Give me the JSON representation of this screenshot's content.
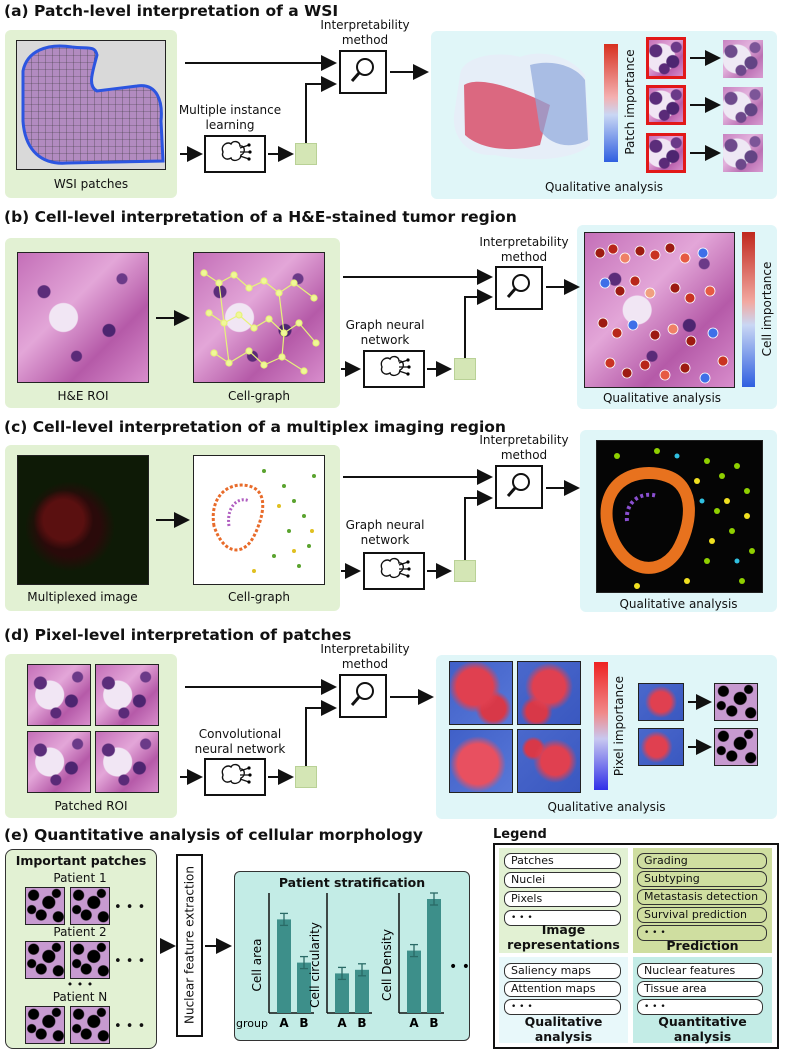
{
  "sections": {
    "a": {
      "title": "(a) Patch-level interpretation of a WSI",
      "input": "WSI patches",
      "model": "Multiple instance\nlearning",
      "method": "Interpretability\nmethod",
      "result": "Qualitative analysis",
      "colorbar": "Patch importance"
    },
    "b": {
      "title": "(b) Cell-level interpretation of a H&E-stained tumor region",
      "input": "H&E ROI",
      "graph": "Cell-graph",
      "model": "Graph neural\nnetwork",
      "method": "Interpretability\nmethod",
      "result": "Qualitative analysis",
      "colorbar": "Cell importance"
    },
    "c": {
      "title": "(c) Cell-level interpretation of a multiplex imaging region",
      "input": "Multiplexed image",
      "graph": "Cell-graph",
      "model": "Graph neural\nnetwork",
      "method": "Interpretability\nmethod",
      "result": "Qualitative analysis"
    },
    "d": {
      "title": "(d) Pixel-level interpretation of patches",
      "input": "Patched ROI",
      "model": "Convolutional\nneural network",
      "method": "Interpretability\nmethod",
      "result": "Qualitative analysis",
      "colorbar": "Pixel importance"
    },
    "e": {
      "title": "(e) Quantitative analysis of cellular morphology",
      "important_patches": "Important patches",
      "patients": [
        "Patient 1",
        "Patient 2",
        "Patient N"
      ],
      "ellipsis": "• • •",
      "extraction": "Nuclear feature extraction",
      "stratification": "Patient stratification",
      "group_label": "group"
    }
  },
  "legend": {
    "title": "Legend",
    "image_items": [
      "Patches",
      "Nuclei",
      "Pixels",
      "• • •"
    ],
    "image_caption": "Image\nrepresentations",
    "prediction_items": [
      "Grading",
      "Subtyping",
      "Metastasis detection",
      "Survival prediction",
      "• • •"
    ],
    "prediction_caption": "Prediction",
    "qualitative_items": [
      "Saliency maps",
      "Attention maps",
      "• • •"
    ],
    "qualitative_caption": "Qualitative\nanalysis",
    "quantitative_items": [
      "Nuclear features",
      "Tissue area",
      "• • •"
    ],
    "quantitative_caption": "Quantitative\nanalysis"
  },
  "chart_data": [
    {
      "type": "bar",
      "categories": [
        "A",
        "B"
      ],
      "values": [
        0.78,
        0.42
      ],
      "ylabel": "Cell area",
      "xlabel": "group"
    },
    {
      "type": "bar",
      "categories": [
        "A",
        "B"
      ],
      "values": [
        0.33,
        0.36
      ],
      "ylabel": "Cell circularity"
    },
    {
      "type": "bar",
      "categories": [
        "A",
        "B"
      ],
      "values": [
        0.52,
        0.95
      ],
      "ylabel": "Cell Density"
    }
  ],
  "colors": {
    "green_panel": "#e2f1d3",
    "cyan_panel": "#e0f6f8",
    "output_square": "#d4e6b5",
    "bar": "#3d8f8a",
    "legend_olive": "#cfdea0"
  }
}
